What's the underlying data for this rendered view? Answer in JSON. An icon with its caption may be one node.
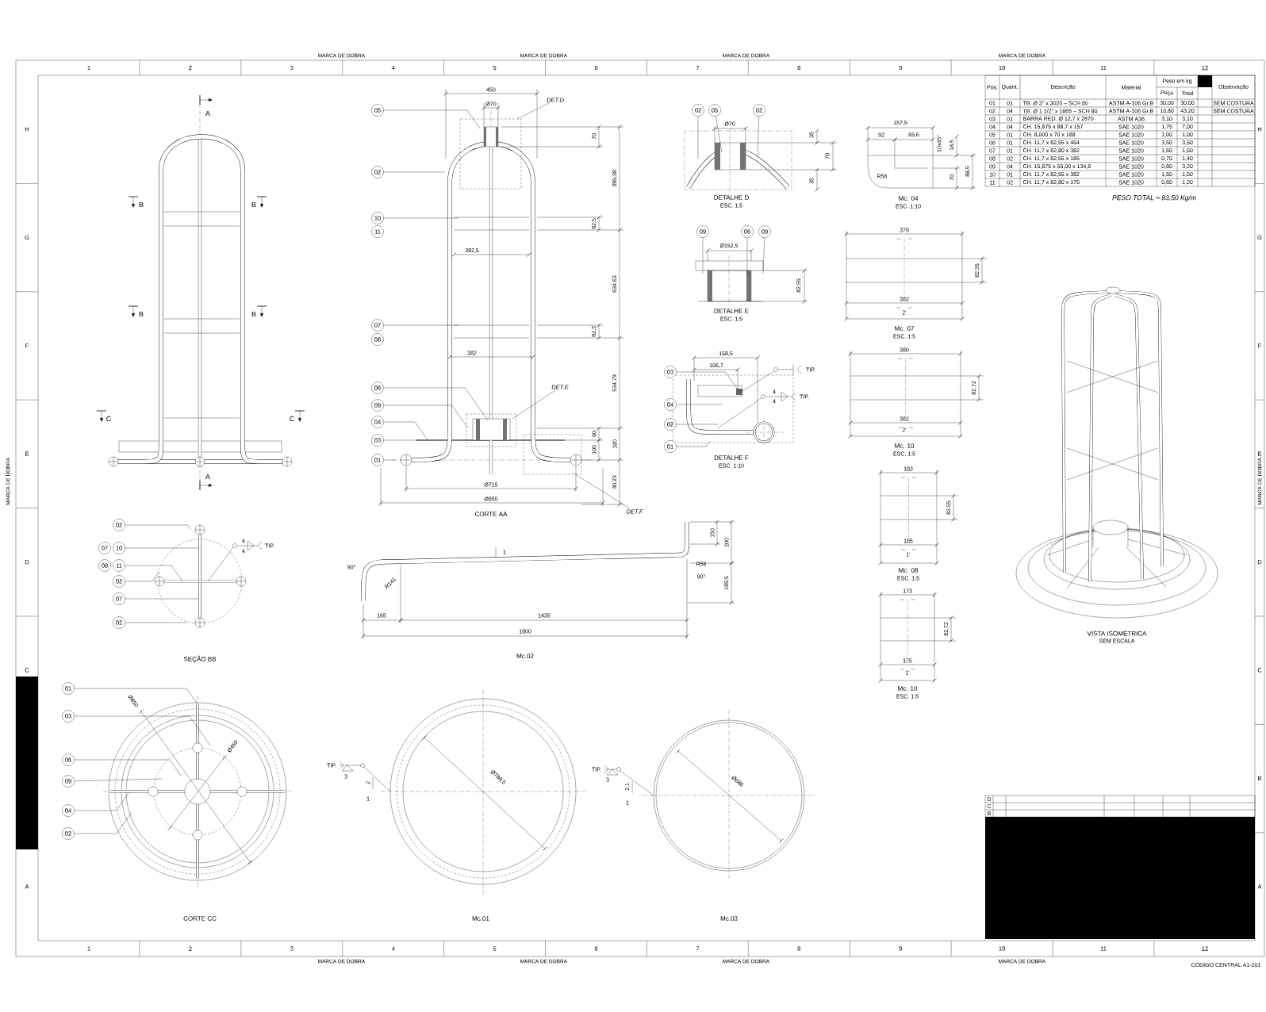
{
  "diagram": {
    "nodes": [
      {
        "text": [
          "05"
        ]
      },
      {
        "text": [
          "02"
        ]
      },
      {
        "text": [
          "10"
        ]
      },
      {
        "text": [
          "11"
        ]
      },
      {
        "text": [
          "07"
        ]
      },
      {
        "text": [
          "08"
        ]
      },
      {
        "text": [
          "06"
        ]
      },
      {
        "text": [
          "09"
        ]
      },
      {
        "text": [
          "04"
        ]
      },
      {
        "text": [
          "03"
        ]
      },
      {
        "text": [
          "01"
        ]
      },
      {
        "text": [
          "DET.D"
        ]
      },
      {
        "text": [
          "DET.E"
        ]
      },
      {
        "text": [
          "DET.F"
        ]
      },
      {
        "text": [
          "02"
        ]
      },
      {
        "text": [
          "05"
        ]
      },
      {
        "text": [
          "02"
        ]
      },
      {
        "text": [
          "09"
        ]
      },
      {
        "text": [
          "06"
        ]
      },
      {
        "text": [
          "09"
        ]
      },
      {
        "text": [
          "03"
        ]
      },
      {
        "text": [
          "04"
        ]
      },
      {
        "text": [
          "02"
        ]
      },
      {
        "text": [
          "01"
        ]
      },
      {
        "text": [
          "02"
        ]
      },
      {
        "text": [
          "07"
        ]
      },
      {
        "text": [
          "10"
        ]
      },
      {
        "text": [
          "08"
        ]
      },
      {
        "text": [
          "11"
        ]
      },
      {
        "text": [
          "02"
        ]
      },
      {
        "text": [
          "07"
        ]
      },
      {
        "text": [
          "02"
        ]
      },
      {
        "text": [
          "01"
        ]
      },
      {
        "text": [
          "03"
        ]
      },
      {
        "text": [
          "06"
        ]
      },
      {
        "text": [
          "09"
        ]
      },
      {
        "text": [
          "04"
        ]
      },
      {
        "text": [
          "02"
        ]
      }
    ],
    "edges": [
      {
        "from": 0,
        "to": null,
        "arrow": "none"
      },
      {
        "from": 1,
        "to": null,
        "arrow": "none"
      },
      {
        "from": 2,
        "to": null,
        "arrow": "none"
      },
      {
        "from": 4,
        "to": null,
        "arrow": "none"
      },
      {
        "from": 6,
        "to": null,
        "arrow": "none"
      },
      {
        "from": 7,
        "to": null,
        "arrow": "none"
      },
      {
        "from": 8,
        "to": null,
        "arrow": "none"
      },
      {
        "from": 9,
        "to": null,
        "arrow": "none"
      },
      {
        "from": 10,
        "to": null,
        "arrow": "none"
      },
      {
        "from": 11,
        "to": null,
        "arrow": "none"
      },
      {
        "from": 12,
        "to": null,
        "arrow": "none"
      },
      {
        "from": 13,
        "to": null,
        "arrow": "none"
      },
      {
        "from": 14,
        "to": null,
        "arrow": "none"
      },
      {
        "from": 15,
        "to": null,
        "arrow": "none"
      },
      {
        "from": 16,
        "to": null,
        "arrow": "none"
      },
      {
        "from": 17,
        "to": null,
        "arrow": "none"
      },
      {
        "from": 18,
        "to": null,
        "arrow": "none"
      },
      {
        "from": 19,
        "to": null,
        "arrow": "none"
      },
      {
        "from": 20,
        "to": null,
        "arrow": "none"
      },
      {
        "from": 21,
        "to": null,
        "arrow": "none"
      },
      {
        "from": 22,
        "to": null,
        "arrow": "none"
      },
      {
        "from": 23,
        "to": null,
        "arrow": "none"
      },
      {
        "from": 24,
        "to": null,
        "arrow": "none"
      },
      {
        "from": 26,
        "to": null,
        "arrow": "none"
      },
      {
        "from": 28,
        "to": null,
        "arrow": "none"
      },
      {
        "from": 29,
        "to": null,
        "arrow": "none"
      },
      {
        "from": 30,
        "to": null,
        "arrow": "none"
      },
      {
        "from": 31,
        "to": null,
        "arrow": "none"
      },
      {
        "from": 32,
        "to": null,
        "arrow": "none"
      },
      {
        "from": 33,
        "to": null,
        "arrow": "none"
      },
      {
        "from": 34,
        "to": null,
        "arrow": "none"
      },
      {
        "from": 35,
        "to": null,
        "arrow": "none"
      },
      {
        "from": 36,
        "to": null,
        "arrow": "none"
      },
      {
        "from": 37,
        "to": null,
        "arrow": "none"
      }
    ],
    "labels": [
      "1",
      "2",
      "3",
      "4",
      "5",
      "6",
      "7",
      "8",
      "9",
      "10",
      "11",
      "12",
      "1",
      "2",
      "3",
      "4",
      "5",
      "6",
      "7",
      "8",
      "9",
      "10",
      "11",
      "12",
      "H",
      "G",
      "F",
      "E",
      "D",
      "C",
      "A",
      "H",
      "G",
      "F",
      "E",
      "D",
      "C",
      "B",
      "A",
      "MARCA DE DOBRA",
      "MARCA DE DOBRA",
      "MARCA DE DOBRA",
      "MARCA DE DOBRA",
      "MARCA DE DOBRA",
      "MARCA DE DOBRA",
      "MARCA DE DOBRA",
      "MARCA DE DOBRA",
      "MARCA DE DOBRA",
      "MARCA DE DOBRA",
      "Pos.",
      "Quant.",
      "Descrição",
      "Material",
      "Peso em kg",
      "Peça",
      "Total",
      "Observação",
      "01",
      "01",
      "TB. Ø 3\" x 3020 – SCH 80",
      "ASTM A-106 Gr.B",
      "30,00",
      "30,00",
      "SEM COSTURA",
      "02",
      "04",
      "TB. Ø 1 1/2\" x 1865 – SCH 80",
      "ASTM A-106 Gr.B",
      "10,80",
      "43,20",
      "SEM COSTURA",
      "03",
      "01",
      "BARRA RED. Ø 12,7 x 2870",
      "ASTM A36",
      "3,10",
      "3,10",
      "04",
      "04",
      "CH. 15,875 x 88,7 x 157",
      "SAE 1020",
      "1,75",
      "7,00",
      "05",
      "01",
      "CH. 8,000 x 70 x 188",
      "SAE 1020",
      "1,00",
      "1,00",
      "06",
      "01",
      "CH. 11,7 x 82,55 x 464",
      "SAE 1020",
      "3,50",
      "3,50",
      "07",
      "01",
      "CH. 11,7 x 82,80 x 382",
      "SAE 1020",
      "1,60",
      "1,60",
      "08",
      "02",
      "CH. 11,7 x 82,55 x 185",
      "SAE 1020",
      "0,70",
      "1,40",
      "09",
      "04",
      "CH. 15,875 x 55,00 x 134,8",
      "SAE 1020",
      "0,80",
      "3,20",
      "10",
      "01",
      "CH. 11,7 x 82,55 x 382",
      "SAE 1020",
      "1,50",
      "1,50",
      "11",
      "02",
      "CH. 11,7 x 82,80 x 175",
      "SAE 1020",
      "0,60",
      "1,20",
      "PESO TOTAL ≈ 83,50 Kg/m",
      "D",
      "C",
      "B",
      "CÓDIGO CENTRAL A1-201",
      "A",
      "A",
      "B",
      "B",
      "B",
      "B",
      "C",
      "C",
      "450",
      "Ø70",
      "70",
      "385,38",
      "82,5",
      "382,5",
      "634,63",
      "82,3",
      "382",
      "534,79",
      "80",
      "180",
      "100",
      "30,23",
      "Ø715",
      "Ø850",
      "CORTE AA",
      "Ø70",
      "35",
      "70",
      "35",
      "DETALHE D",
      "ESC. 1:5",
      "Ø152,5",
      "82,55",
      "DETALHE E",
      "ESC. 1:5",
      "158,5",
      "106,7",
      "TIP.",
      "4",
      "4",
      "TIP.",
      "DETALHE F",
      "ESC. 1:10",
      "157,5",
      "92",
      "65,6",
      "10x45°",
      "18,5",
      "R56",
      "70",
      "88,5",
      "Mc. 04",
      "ESC. 1:10",
      "379",
      "382",
      "2'",
      "82,55",
      "Mc. 07",
      "ESC. 1:5",
      "380",
      "382",
      "2'",
      "82,72",
      "Mc. 10",
      "ESC. 1:5",
      "183",
      "185",
      "1'",
      "82,55",
      "Mc. 08",
      "ESC. 1:5",
      "173",
      "175",
      "1'",
      "82,72",
      "Mc. 10",
      "ESC. 1:5",
      "VISTA ISOMÉTRICA",
      "SEM ESCALA",
      "4",
      "4",
      "TIP.",
      "SEÇÃO BB",
      "90°",
      "R141",
      "165",
      "1435",
      "1800",
      "1",
      "150",
      "200",
      "R56",
      "90°",
      "189,5",
      "Mc.02",
      "Ø850",
      "Ø450",
      "CORTE CC",
      "TIP.",
      "3",
      "2",
      "1",
      "Ø788,5",
      "Mc.01",
      "TIP.",
      "3",
      "2,1",
      "1",
      "Ø686",
      "Mc.03"
    ]
  }
}
